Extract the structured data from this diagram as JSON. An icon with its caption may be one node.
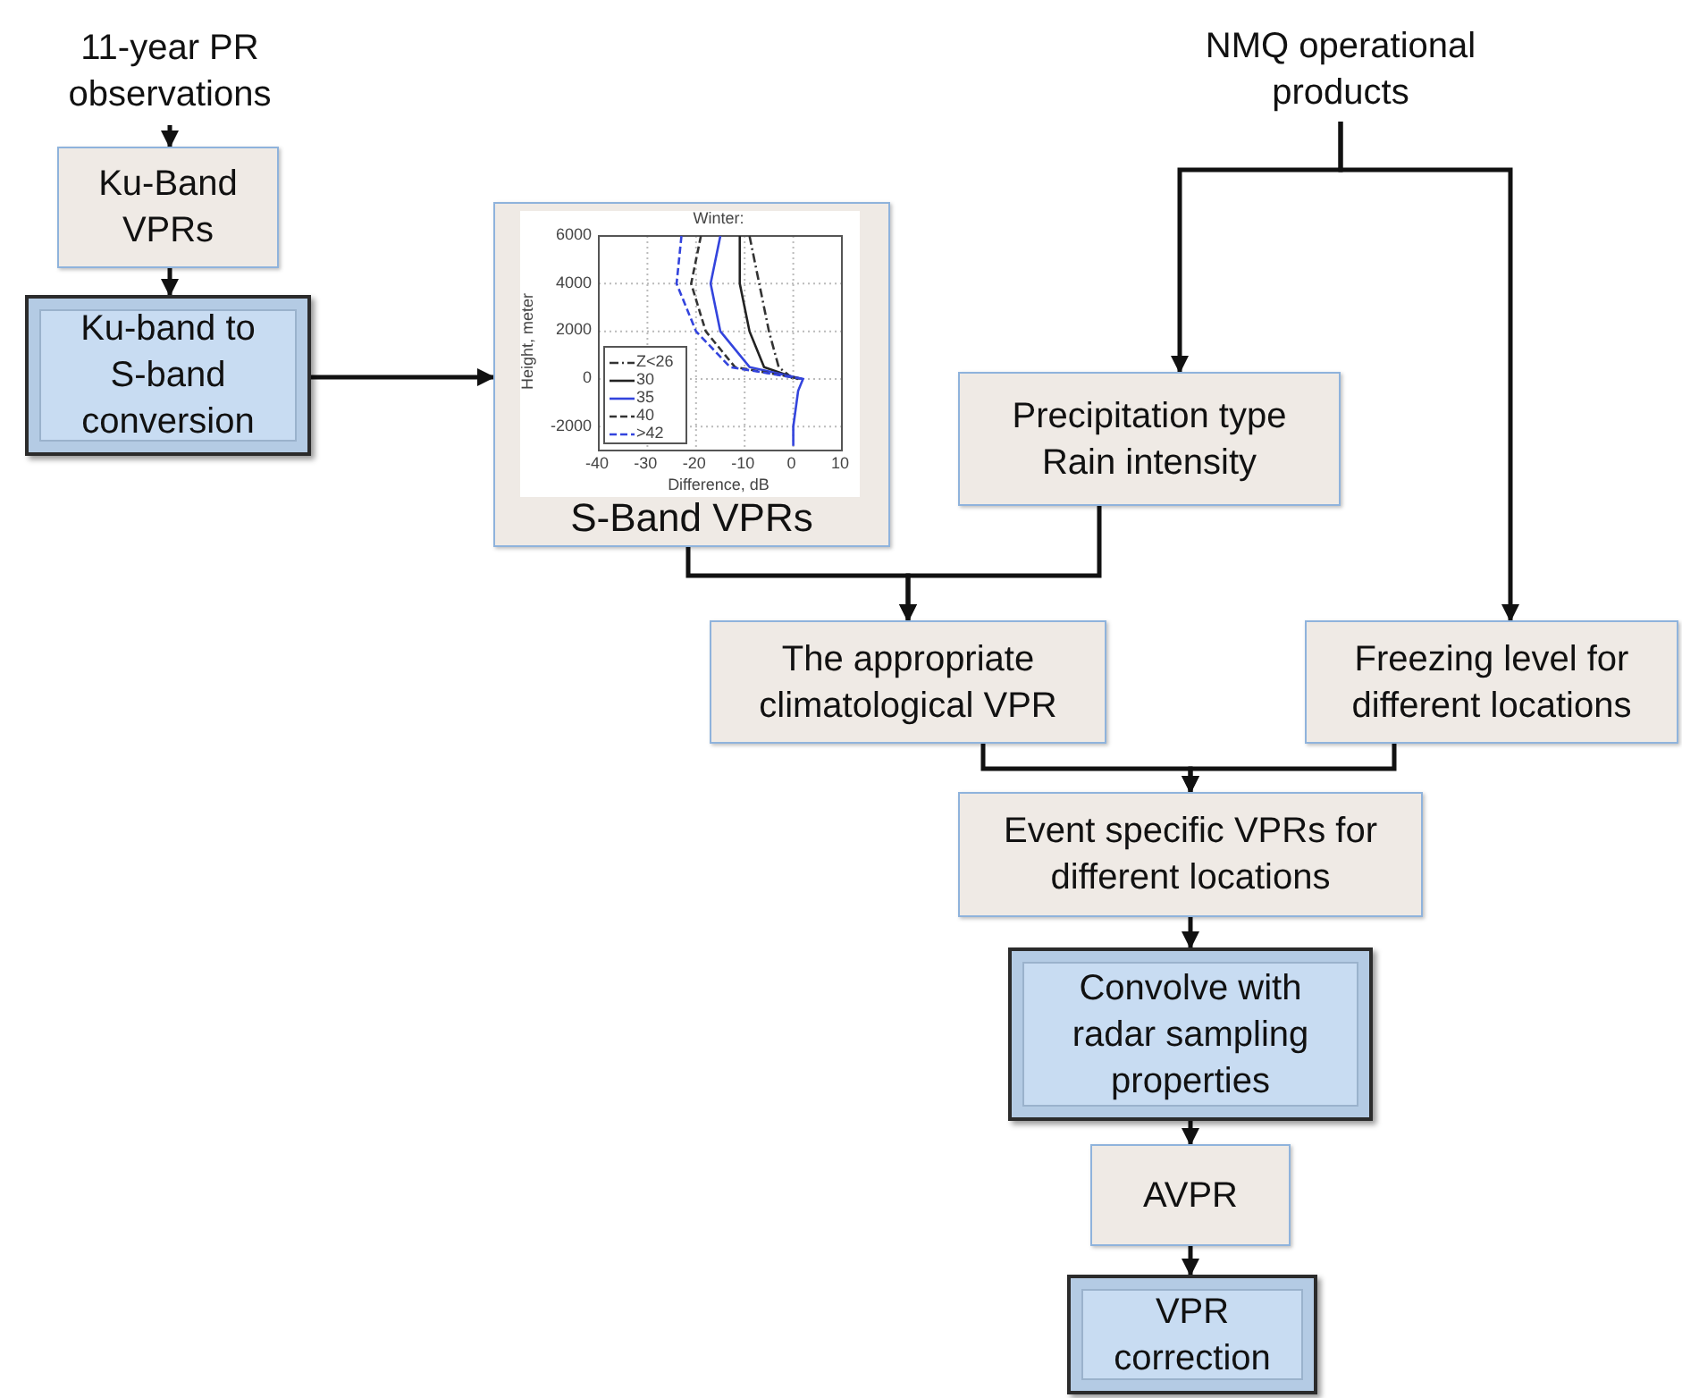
{
  "diagram": {
    "nodes": [
      {
        "text": [
          "11-year PR observations"
        ]
      },
      {
        "text": [
          "Ku-Band VPRs"
        ]
      },
      {
        "text": [
          "Ku-band to S-band conversion"
        ]
      },
      {
        "text": [
          "S-Band VPRs"
        ]
      },
      {
        "text": [
          "NMQ operational products"
        ]
      },
      {
        "text": [
          "Precipitation type",
          "Rain intensity"
        ]
      },
      {
        "text": [
          "The appropriate climatological VPR"
        ]
      },
      {
        "text": [
          "Freezing level for different locations"
        ]
      },
      {
        "text": [
          "Event specific VPRs for different locations"
        ]
      },
      {
        "text": [
          "Convolve with radar sampling properties"
        ]
      },
      {
        "text": [
          "AVPR"
        ]
      },
      {
        "text": [
          "VPR correction"
        ]
      }
    ],
    "edges": [
      {
        "from": 0,
        "to": 1,
        "arrow": "to"
      },
      {
        "from": 1,
        "to": 2,
        "arrow": "to"
      },
      {
        "from": 2,
        "to": 3,
        "arrow": "to"
      },
      {
        "from": 4,
        "to": 5,
        "arrow": "to"
      },
      {
        "from": 4,
        "to": 7,
        "arrow": "to"
      },
      {
        "from": 3,
        "to": 6,
        "arrow": "to"
      },
      {
        "from": 5,
        "to": 6,
        "arrow": "to"
      },
      {
        "from": 6,
        "to": 8,
        "arrow": "to"
      },
      {
        "from": 7,
        "to": 8,
        "arrow": "to"
      },
      {
        "from": 8,
        "to": 9,
        "arrow": "to"
      },
      {
        "from": 9,
        "to": 10,
        "arrow": "to"
      },
      {
        "from": 10,
        "to": 11,
        "arrow": "to"
      }
    ],
    "labels": [
      "Winter:",
      "6000",
      "4000",
      "2000",
      "0",
      "-2000",
      "Height, meter",
      "-40",
      "-30",
      "-20",
      "-10",
      "0",
      "10",
      "Difference, dB",
      "Z<26",
      "30",
      "35",
      "40",
      ">42"
    ]
  }
}
